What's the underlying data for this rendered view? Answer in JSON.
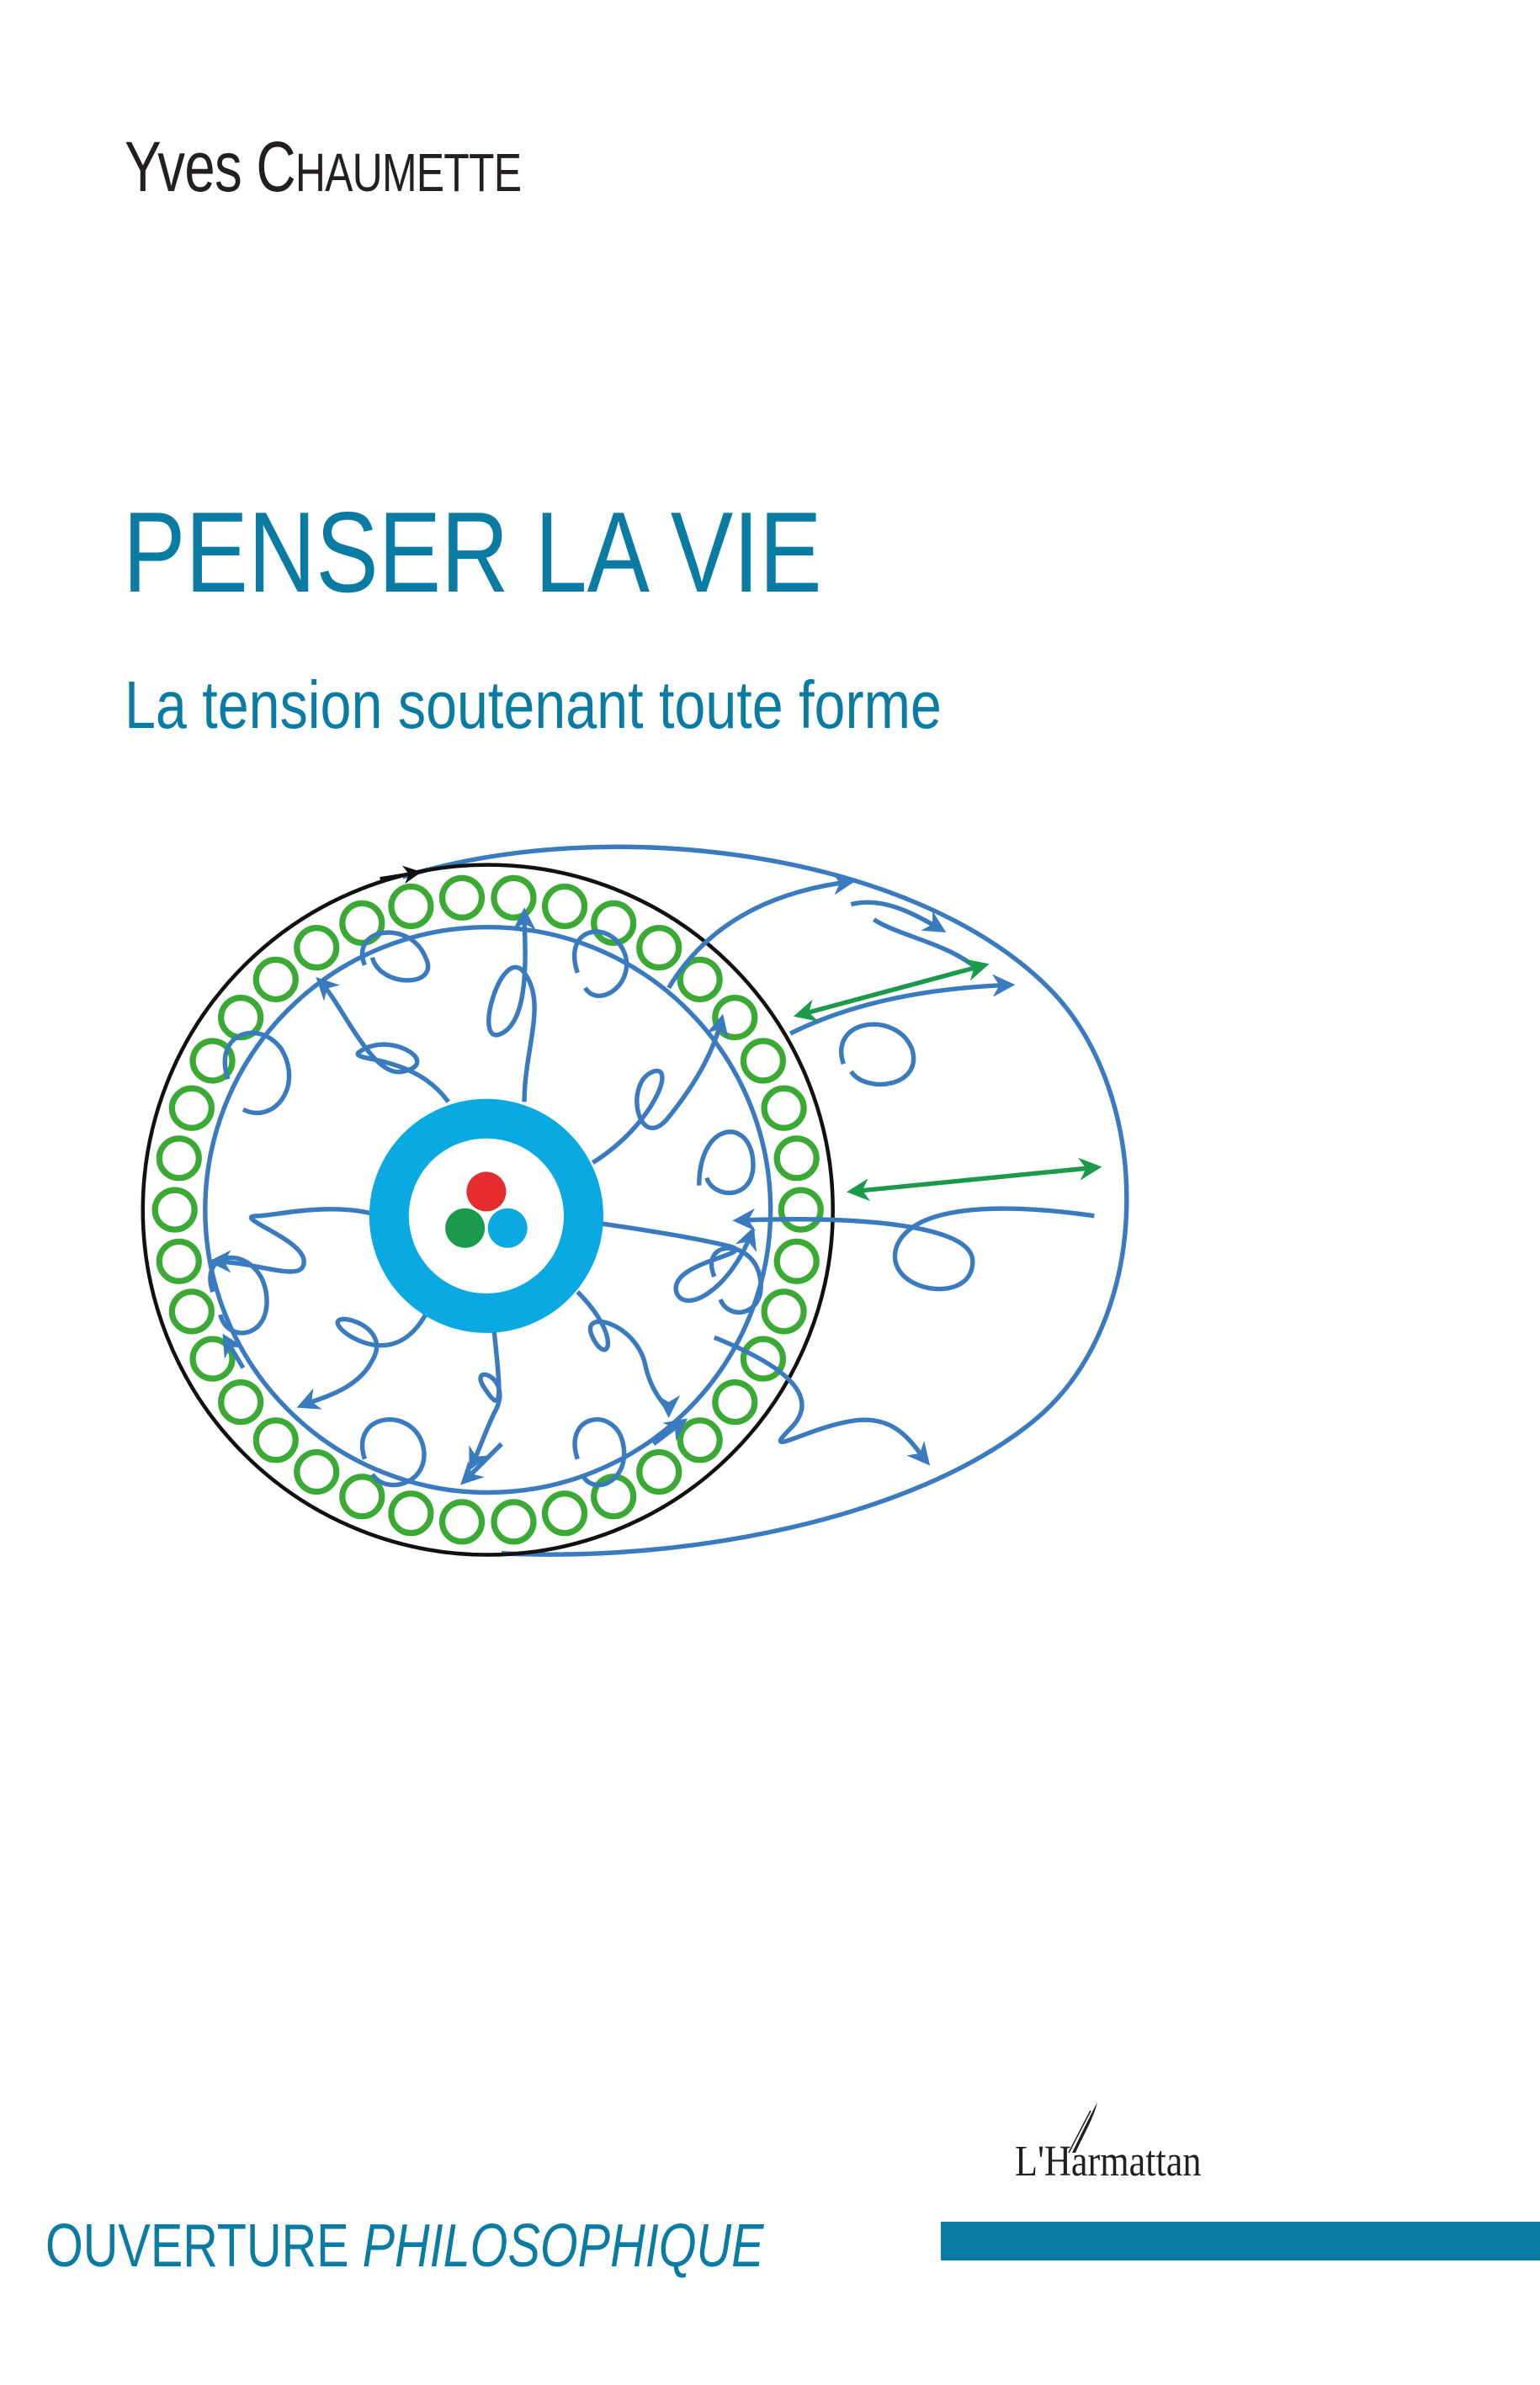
{
  "cover": {
    "author_first": "Yves",
    "author_last": "Chaumette",
    "title": "PENSER LA VIE",
    "subtitle": "La tension soutenant toute forme",
    "series_part1": "OUVERTURE ",
    "series_part2": "PHILOSOPHIQUE",
    "publisher": "L'Harmattan"
  },
  "colors": {
    "accent": "#0a7ca3",
    "arrow_blue": "#3a7bbf",
    "cyan": "#0aa9e1",
    "green": "#3aaa35",
    "red": "#e52d2d",
    "dark_green": "#1a9a4a"
  }
}
